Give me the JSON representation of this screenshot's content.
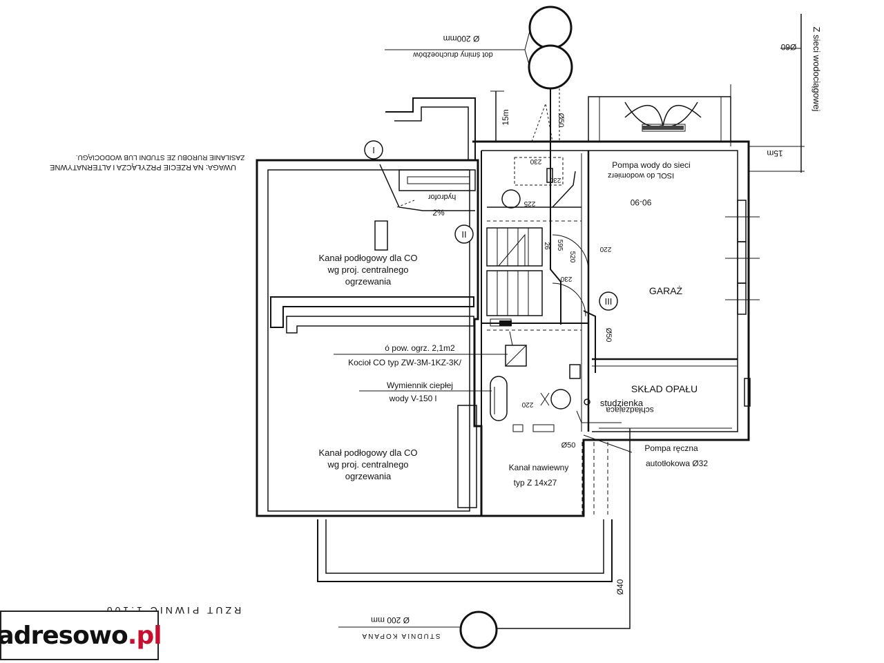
{
  "labels": {
    "canal_top_1": "Kanał podłogowy dla CO",
    "canal_top_2": "wg proj. centralnego",
    "canal_top_3": "ogrzewania",
    "canal_bot_1": "Kanał podłogowy dla CO",
    "canal_bot_2": "wg proj. centralnego",
    "canal_bot_3": "ogrzewania",
    "boiler_1": "ó pow. ogrz. 2,1m2",
    "boiler_2": "Kocioł CO typ ZW-3M-1KZ-3K/",
    "exchanger_1": "Wymiennik ciepłej",
    "exchanger_2": "wody V-150 l",
    "pump_1": "Pompa wody do sieci",
    "pump_2": "ISOL do wodomierz",
    "garage": "GARAŻ",
    "fuel": "SKŁAD OPAŁU",
    "well_small_1": "studzienka",
    "well_small_2": "schładzająca",
    "hand_pump_1": "Pompa ręczna",
    "hand_pump_2": "autotłokowa Ø32",
    "vent_1": "Kanał nawiewny",
    "vent_2": "typ Z 14x27",
    "water_supply": "Z sieci wodociągowej",
    "d60": "Ø60",
    "d15m_right": "15m",
    "d15m_top": "15m",
    "d40": "Ø40",
    "d50_a": "Ø50",
    "d50_b": "Ø50",
    "d50_c": "Ø50",
    "slope": "2%",
    "hydrant": "hydrofor",
    "dim_90": "90-90",
    "dim_225": "225",
    "dim_220": "220",
    "dim_230a": "230",
    "dim_230b": "230",
    "dim_26": "26",
    "dim_595": "595",
    "dim_520": "520",
    "dim_220b": "220",
    "dim_230c": "230",
    "roman_1": "I",
    "roman_2": "II",
    "roman_3": "III",
    "note_1": "UWAGA: NA RZECIE PRZYŁĄCZA I ALTERNATYWNE",
    "note_2": "ZASILANIE RUROBU ZE STUDNI LUB WODOCIĄGU.",
    "top_pipe_1": "Ø 200mm",
    "top_pipe_2": "dot śminy druchoeżbów",
    "plan_title": "RZUT PIWNIC 1:100",
    "well_bottom_1": "Ø 200 mm",
    "well_bottom_2": "STUDNIA KOPANA"
  },
  "logo": {
    "main": "adresowo",
    "tld": ".pl"
  },
  "colors": {
    "ink": "#111111",
    "logo_red": "#c8102e"
  }
}
